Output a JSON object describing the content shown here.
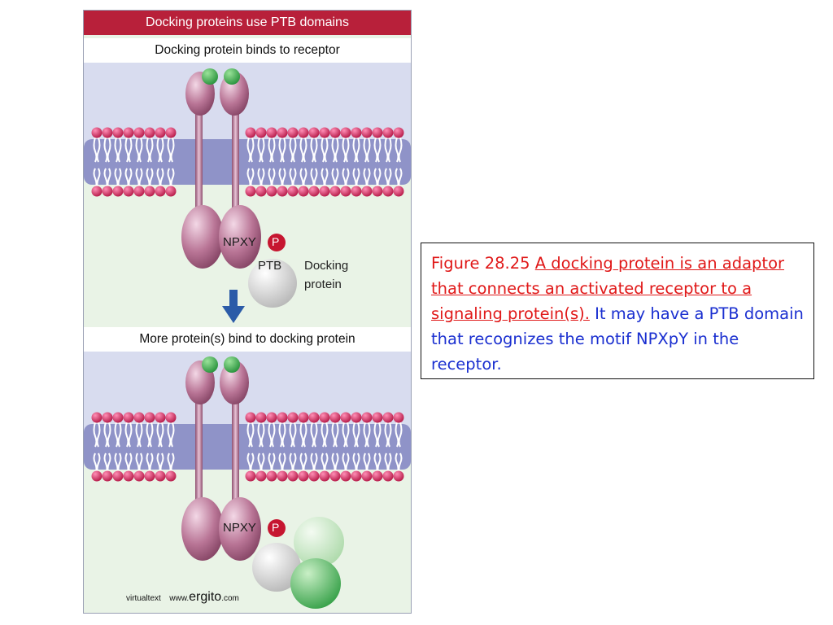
{
  "figure": {
    "title": "Docking proteins use PTB domains",
    "panel_top_title": "Docking protein binds to receptor",
    "panel_bottom_title": "More protein(s) bind to docking protein",
    "labels": {
      "npxy": "NPXY",
      "phospho": "P",
      "ptb": "PTB",
      "docking_line1": "Docking",
      "docking_line2": "protein"
    },
    "credit": {
      "prefix": "virtualtext",
      "site_www": "www.",
      "site_name": "ergito",
      "site_suffix": ".com"
    },
    "colors": {
      "title_bar": "#b8203a",
      "membrane_band": "#8f93c8",
      "lipid_head": "#d81b5e",
      "receptor": "#b06a8e",
      "ligand": "#3fae4b",
      "background": "#e9f3e6",
      "phospho_badge": "#c61630",
      "arrow": "#2b5ba8"
    }
  },
  "caption": {
    "figure_number": "Figure 28.25",
    "title": "A docking protein is an adaptor that connects an activated receptor to a signaling protein(s).",
    "body": "It may have a PTB domain that recognizes the motif NPXpY in the receptor.",
    "colors": {
      "title": "#e01818",
      "body": "#1a2fd0"
    }
  }
}
